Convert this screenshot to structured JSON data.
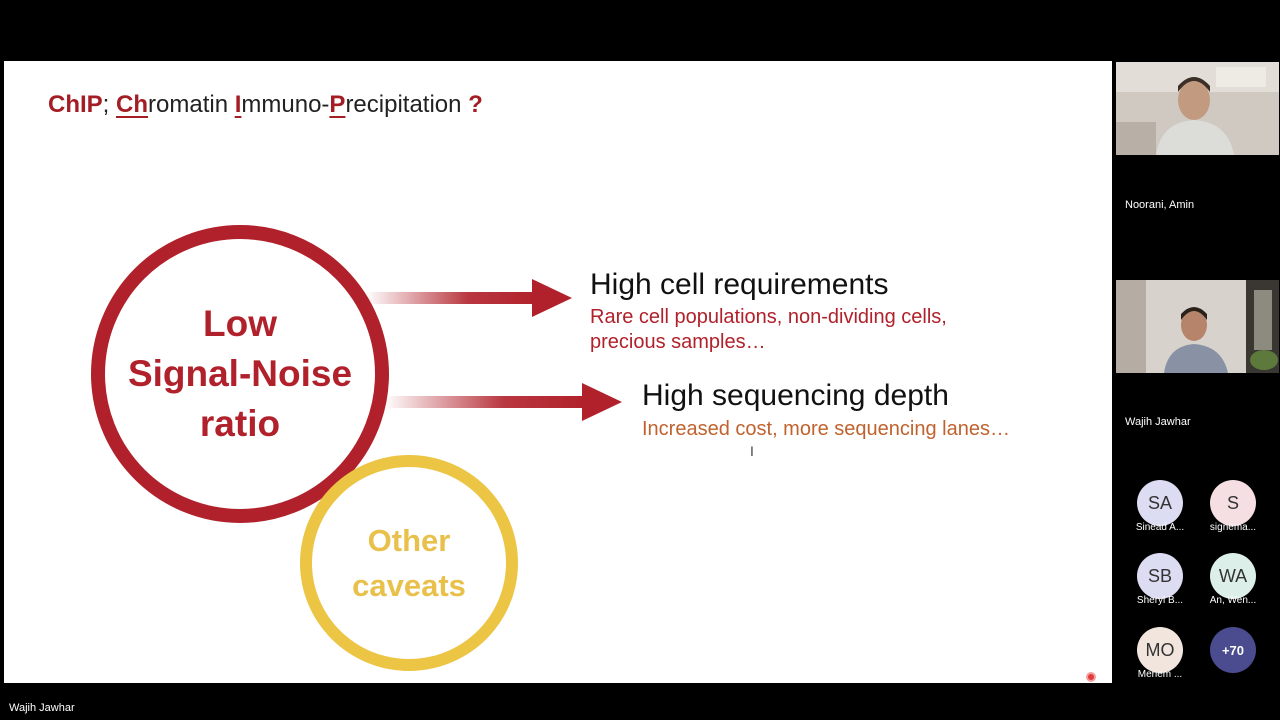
{
  "slide": {
    "title": {
      "part1": "ChIP",
      "sep": "; ",
      "ch": "Ch",
      "romatin": "romatin ",
      "i": "I",
      "mmuno": "mmuno-",
      "p": "P",
      "recipitation": "recipitation ",
      "q": "?"
    },
    "main_circle": "Low\nSignal-Noise\nratio",
    "secondary_circle": "Other\ncaveats",
    "points": [
      {
        "heading": "High cell requirements",
        "detail": "Rare cell populations, non-dividing cells,\nprecious samples…",
        "color": "#b1212b"
      },
      {
        "heading": "High sequencing depth",
        "detail": "Increased cost, more sequencing lanes…",
        "color": "#c0622e"
      }
    ]
  },
  "presenter": "Wajih Jawhar",
  "participants": {
    "videos": [
      {
        "name": "Noorani, Amin"
      },
      {
        "name": "Wajih Jawhar"
      }
    ],
    "avatars": [
      {
        "initials": "SA",
        "label": "Sinead A...",
        "color": "#dcdcf2"
      },
      {
        "initials": "S",
        "label": "signema...",
        "color": "#f5dfe2"
      },
      {
        "initials": "SB",
        "label": "Sheryl B...",
        "color": "#dcdcf2"
      },
      {
        "initials": "WA",
        "label": "An, Wen...",
        "color": "#dcefe8"
      },
      {
        "initials": "MO",
        "label": "Meriem ...",
        "color": "#f1e5dd"
      }
    ],
    "more": "+70"
  },
  "colors": {
    "brand_red": "#b1212b",
    "caveat_yellow": "#ecc545",
    "more_badge": "#4b4b8f"
  }
}
